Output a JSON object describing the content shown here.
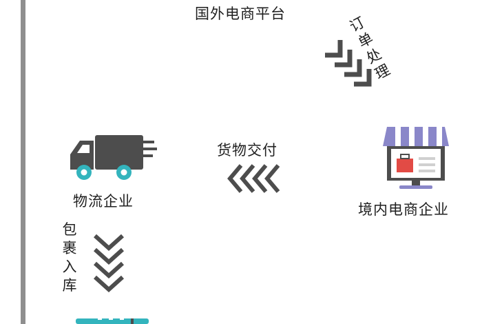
{
  "diagram": {
    "platform_label": "国外电商平台",
    "order_label": "订单处理",
    "delivery_label": "货物交付",
    "logistics_label": "物流企业",
    "domestic_label": "境内电商企业",
    "package_label": "包裹入库"
  },
  "colors": {
    "dark": "#4d4d4d",
    "teal": "#33b4bd",
    "purple": "#8a87c9",
    "red": "#e24b45",
    "gray_bar": "#8f8f8f"
  },
  "icons": [
    "truck-icon",
    "storefront-icon",
    "chevron-arrows-icon",
    "building-icon"
  ]
}
